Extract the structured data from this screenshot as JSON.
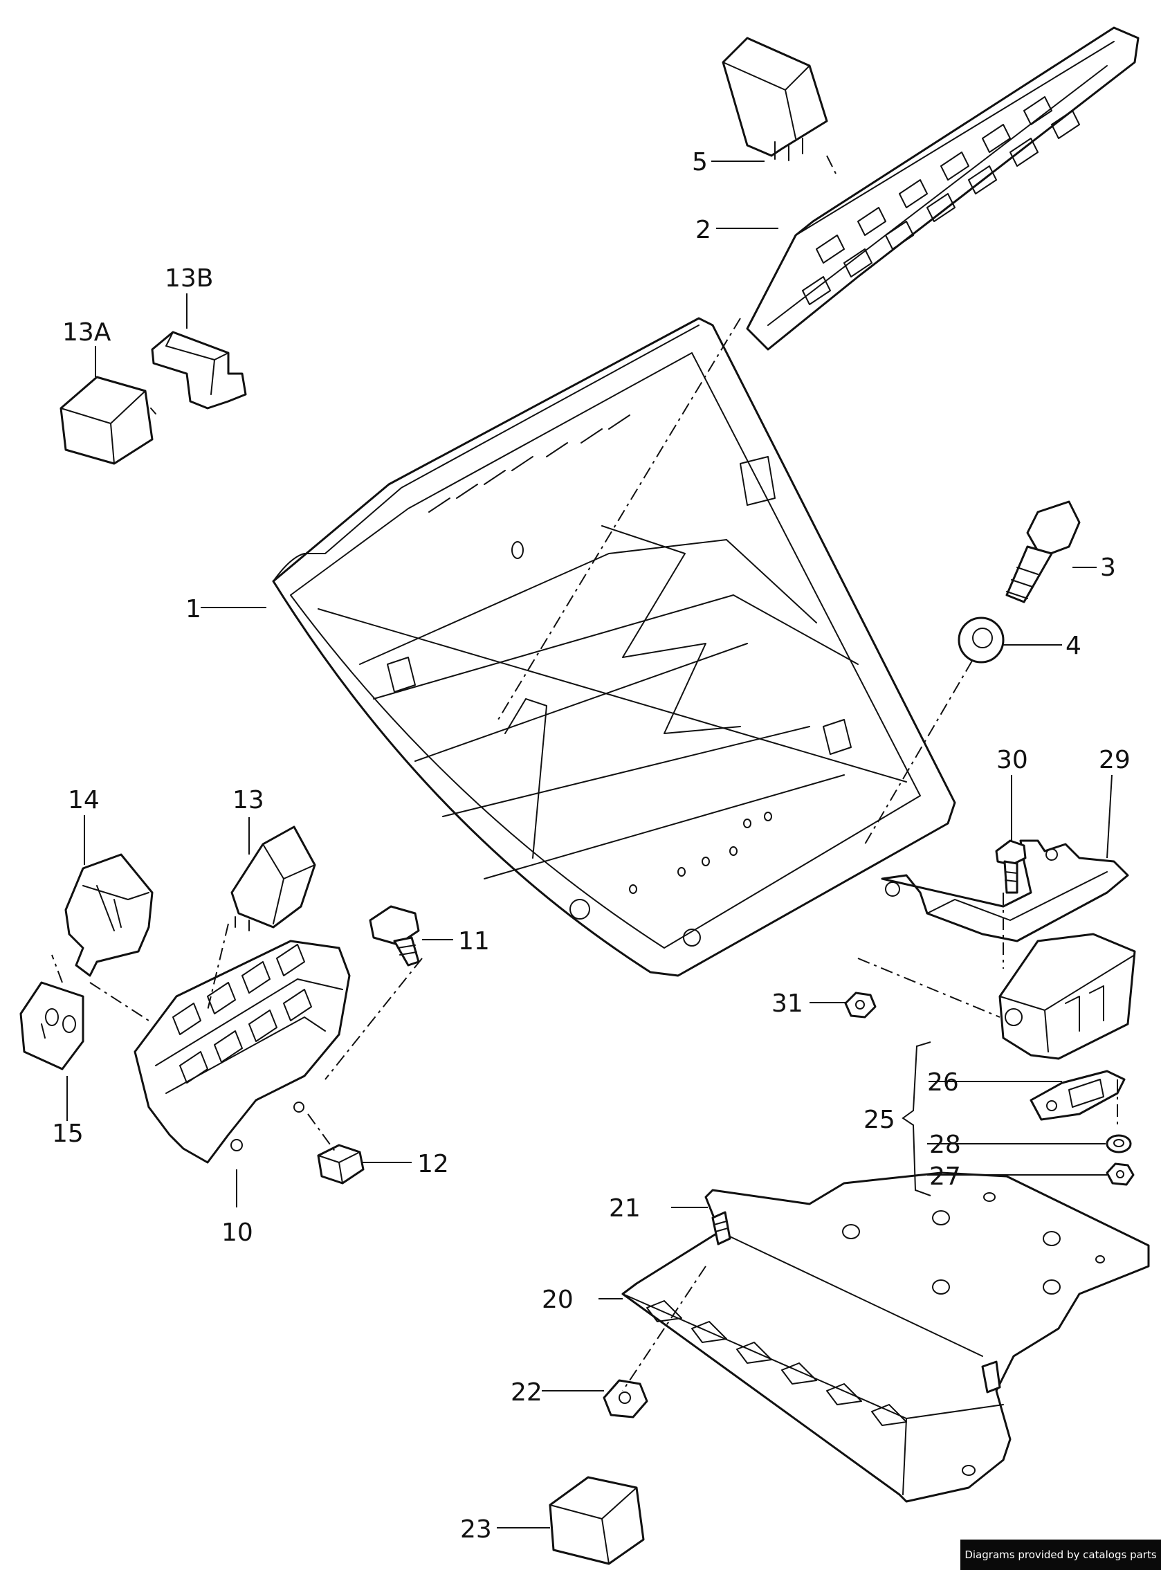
{
  "callouts": {
    "c1": "1",
    "c2": "2",
    "c3": "3",
    "c4": "4",
    "c5": "5",
    "c10": "10",
    "c11": "11",
    "c12": "12",
    "c13": "13",
    "c13a": "13A",
    "c13b": "13B",
    "c14": "14",
    "c15": "15",
    "c20": "20",
    "c21": "21",
    "c22": "22",
    "c23": "23",
    "c25": "25",
    "c26": "26",
    "c27": "27",
    "c28": "28",
    "c29": "29",
    "c30": "30",
    "c31": "31"
  },
  "credit": "Diagrams provided by catalogs parts"
}
